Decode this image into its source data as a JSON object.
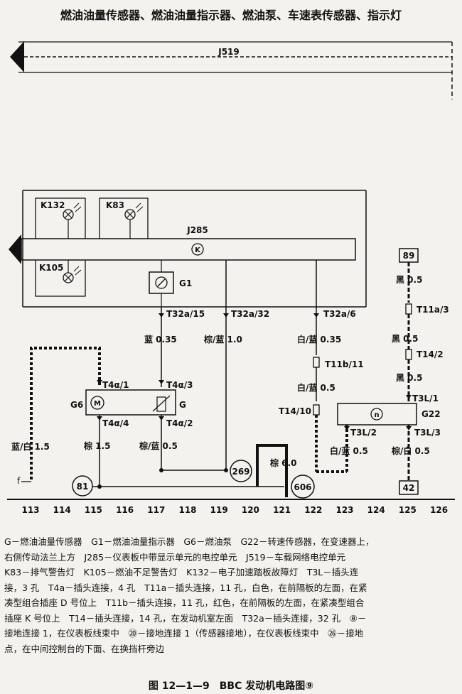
{
  "title": "燃油油量传感器、燃油油量指示器、燃油泵、车速表传感器、指示灯",
  "bus_top": "J519",
  "control_unit": "J285",
  "control_symbol": "K",
  "components": {
    "k132": "K132",
    "k83": "K83",
    "k105": "K105",
    "g1": "G1",
    "g6": "G6",
    "g": "G",
    "g22": "G22",
    "motor": "M",
    "g22_symbol": "n"
  },
  "connectors": {
    "t32a15": "T32a/15",
    "t32a32": "T32a/32",
    "t32a6": "T32a/6",
    "t4a1": "T4α/1",
    "t4a3": "T4α/3",
    "t4a4": "T4α/4",
    "t4a2": "T4α/2",
    "t11b11": "T11b/11",
    "t1410": "T14/10",
    "t11a3": "T11a/3",
    "t142": "T14/2",
    "t3l1": "T3L/1",
    "t3l2": "T3L/2",
    "t3l3": "T3L/3"
  },
  "wires": {
    "w1": "蓝 0.35",
    "w2": "棕/蓝 1.0",
    "w3": "白/蓝 0.35",
    "w4": "白/蓝 0.5",
    "w5": "蓝/白 1.5",
    "w6": "棕 1.5",
    "w7": "棕/蓝 0.5",
    "w8": "棕 6.0",
    "w9": "白/蓝 0.5",
    "w10": "棕/白 0.5",
    "w11": "黑 0.5",
    "w12": "黑 0.5",
    "w13": "黑 0.5"
  },
  "grounds": {
    "g81": "81",
    "g269": "269",
    "g606": "606"
  },
  "terminals": {
    "t89": "89",
    "t42": "42",
    "f": "f"
  },
  "grid": [
    "113",
    "114",
    "115",
    "116",
    "117",
    "118",
    "119",
    "120",
    "121",
    "122",
    "123",
    "124",
    "125",
    "126"
  ],
  "legend": [
    "G－燃油油量传感器　G1－燃油油量指示器　G6－燃油泵　G22－转速传感器，在变速器上，",
    "右侧传动法兰上方　J285－仪表板中带显示单元的电控单元　J519－车载网络电控单元",
    "K83－排气警告灯　K105－燃油不足警告灯　K132－电子加速踏板故障灯　T3L－插头连",
    "接，3 孔　T4a－插头连接，4 孔　T11a－插头连接，11 孔，白色，在前隔板的左面，在紧",
    "凑型组合插座 D 号位上　T11b－插头连接，11 孔，红色，在前隔板的左面，在紧凑型组合",
    "插座 K 号位上　T14－插头连接，14 孔，在发动机室左面　T32a－插头连接，32 孔　⑧－",
    "接地连接 1，在仪表板线束中　⑳－接地连接 1（传感器接地），在仪表板线束中　㉖－接地",
    "点，在中间控制台的下面、在换挡杆旁边"
  ],
  "caption": "图 12—1—9　BBC 发动机电路图⑨"
}
